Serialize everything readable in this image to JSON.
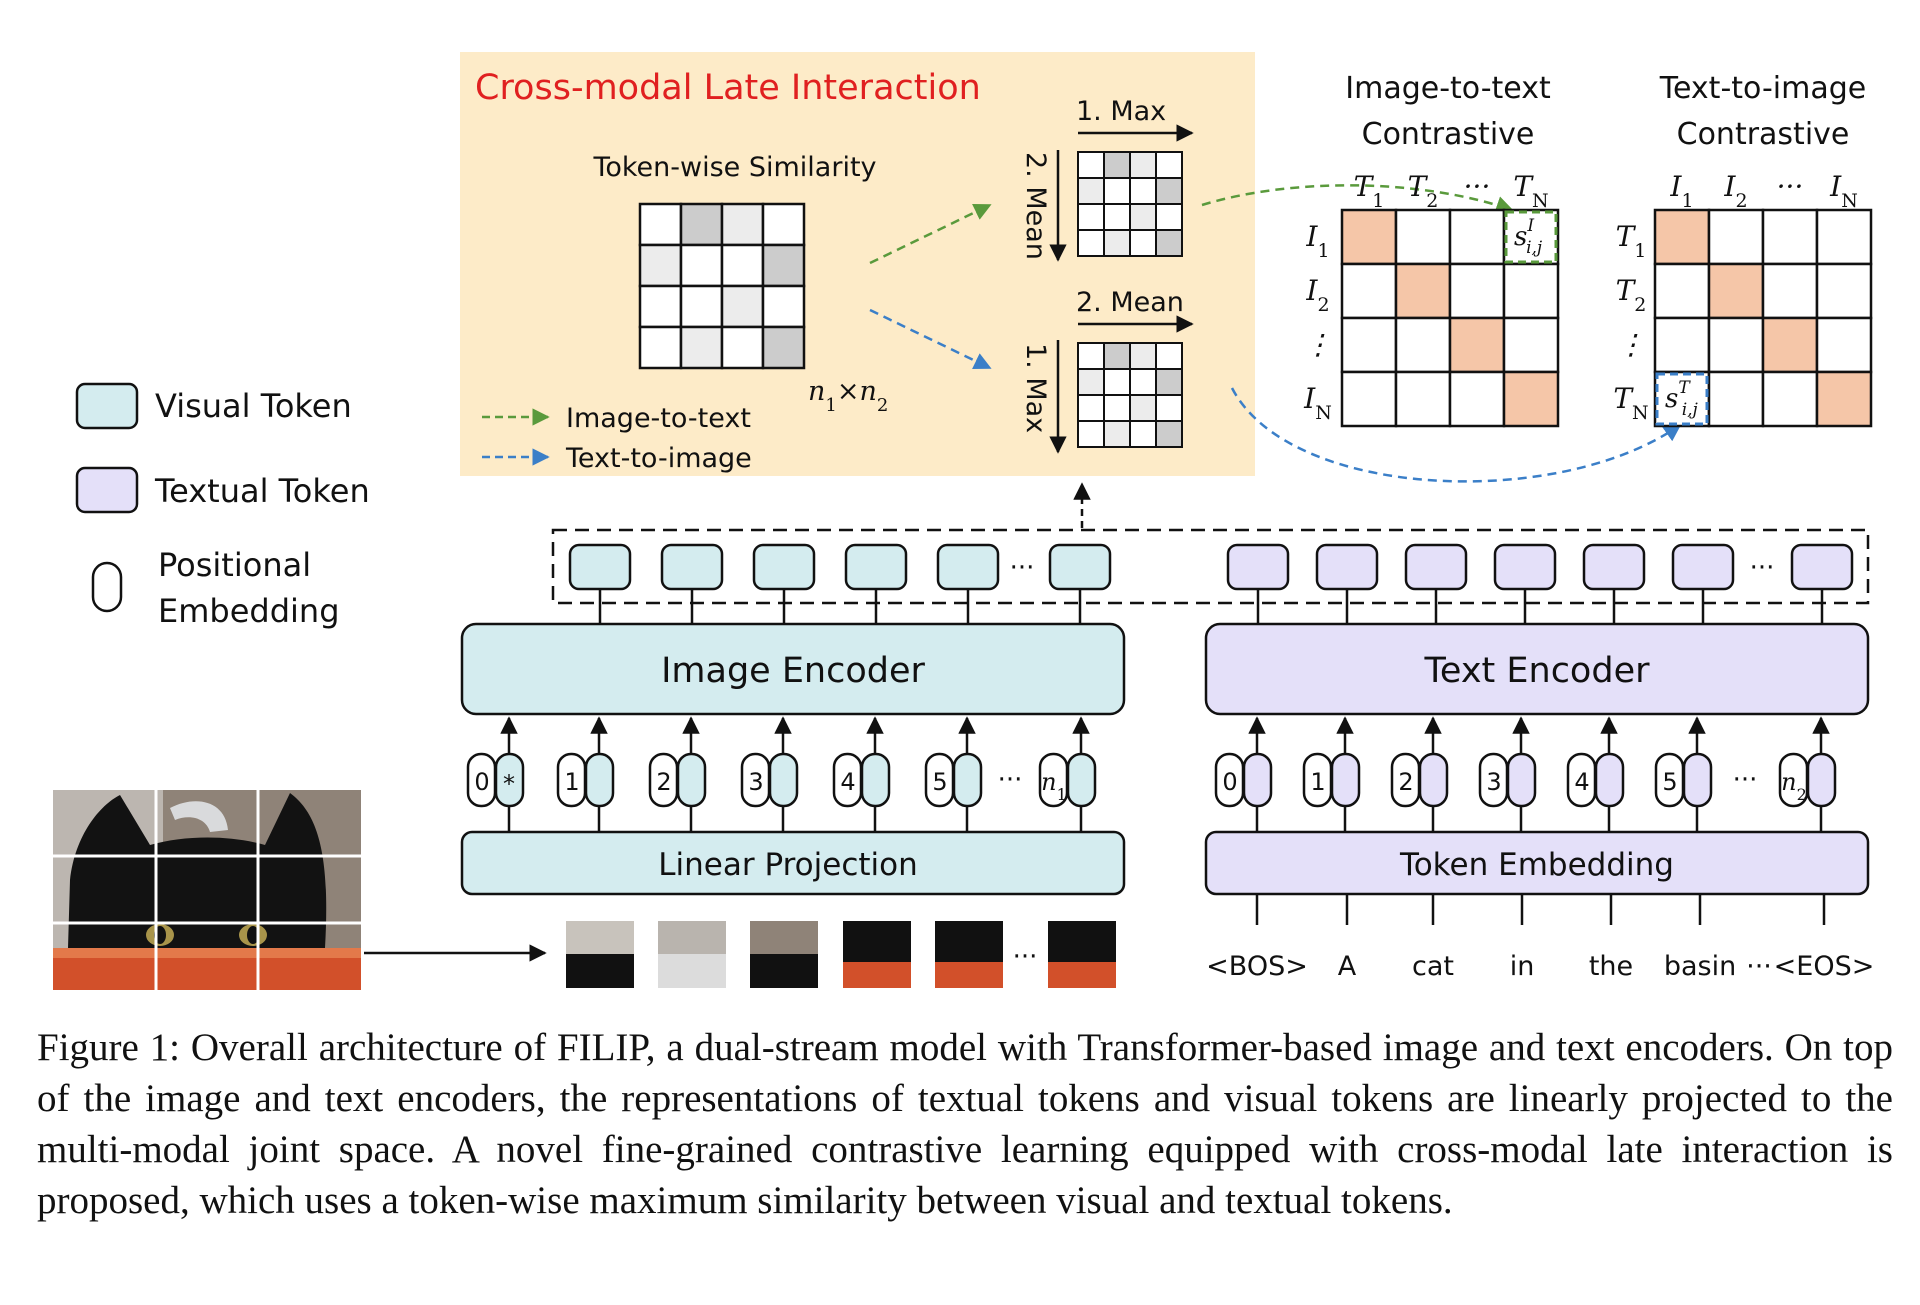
{
  "panel": {
    "title": "Cross-modal Late Interaction",
    "similarity_label": "Token-wise Similarity",
    "matrix_size": {
      "n": "n",
      "sub1": "1",
      "times": "×",
      "sub2": "2"
    },
    "legend_i2t": "Image-to-text",
    "legend_t2i": "Text-to-image",
    "upper_step1": "1. Max",
    "upper_step2": "2. Mean",
    "lower_step1": "2. Mean",
    "lower_step2": "1. Max"
  },
  "i2t": {
    "title_line1": "Image-to-text",
    "title_line2": "Contrastive",
    "col_labels": [
      {
        "b": "T",
        "s": "1"
      },
      {
        "b": "T",
        "s": "2"
      },
      {
        "b": "···",
        "s": ""
      },
      {
        "b": "T",
        "s": "N"
      }
    ],
    "row_labels": [
      {
        "b": "I",
        "s": "1"
      },
      {
        "b": "I",
        "s": "2"
      },
      {
        "b": "⋮",
        "s": ""
      },
      {
        "b": "I",
        "s": "N"
      }
    ],
    "score": {
      "b": "s",
      "sup": "I",
      "sub": "i,j"
    }
  },
  "t2i": {
    "title_line1": "Text-to-image",
    "title_line2": "Contrastive",
    "col_labels": [
      {
        "b": "I",
        "s": "1"
      },
      {
        "b": "I",
        "s": "2"
      },
      {
        "b": "···",
        "s": ""
      },
      {
        "b": "I",
        "s": "N"
      }
    ],
    "row_labels": [
      {
        "b": "T",
        "s": "1"
      },
      {
        "b": "T",
        "s": "2"
      },
      {
        "b": "⋮",
        "s": ""
      },
      {
        "b": "T",
        "s": "N"
      }
    ],
    "score": {
      "b": "s",
      "sup": "T",
      "sub": "i,j"
    }
  },
  "legend": {
    "visual": "Visual Token",
    "textual": "Textual Token",
    "positional_line1": "Positional",
    "positional_line2": "Embedding"
  },
  "image_encoder": "Image Encoder",
  "text_encoder": "Text Encoder",
  "linear_projection": "Linear Projection",
  "token_embedding": "Token Embedding",
  "image_positions": [
    "0",
    "1",
    "2",
    "3",
    "4",
    "5",
    "···",
    "n1"
  ],
  "cls_marker": "*",
  "text_positions": [
    "0",
    "1",
    "2",
    "3",
    "4",
    "5",
    "···",
    "n2"
  ],
  "words": [
    "<BOS>",
    "A",
    "cat",
    "in",
    "the",
    "basin",
    "···",
    "<EOS>"
  ],
  "ellipsis": "···",
  "colors": {
    "panel_bg": "#fdebc8",
    "panel_title": "#e02020",
    "visual_token": "#d4ecef",
    "textual_token": "#e4e0f9",
    "highlight": "#f5c6a8",
    "i2t_arrow": "#5a9a3c",
    "t2i_arrow": "#3b7fc8",
    "gray_cell": "#cccccc",
    "light_cell": "#ececec"
  },
  "caption": "Figure 1: Overall architecture of FILIP, a dual-stream model with Transformer-based image and text encoders. On top of the image and text encoders, the representations of textual tokens and visual tokens are linearly projected to the multi-modal joint space. A novel fine-grained contrastive learning equipped with cross-modal late interaction is proposed, which uses a token-wise maximum similarity between visual and textual tokens."
}
